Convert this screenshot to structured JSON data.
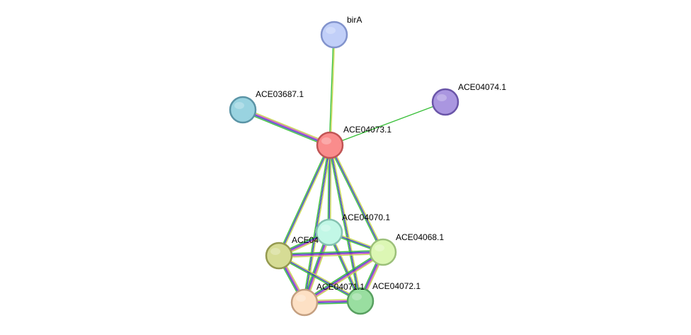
{
  "network": {
    "nodes": [
      {
        "id": "birA",
        "label": "birA",
        "color": "#c1cff8",
        "stroke": "#8293cc"
      },
      {
        "id": "ACE03687.1",
        "label": "ACE03687.1",
        "color": "#99d3e0",
        "stroke": "#5a94a6"
      },
      {
        "id": "ACE04074.1",
        "label": "ACE04074.1",
        "color": "#aa96e0",
        "stroke": "#6a55a8"
      },
      {
        "id": "ACE04073.1",
        "label": "ACE04073.1",
        "color": "#fa8c8c",
        "stroke": "#c05555"
      },
      {
        "id": "ACE04070.1",
        "label": "ACE04070.1",
        "color": "#c2f7e6",
        "stroke": "#84c2b0"
      },
      {
        "id": "ACE04068.1",
        "label": "ACE04068.1",
        "color": "#dcf7b4",
        "stroke": "#9cc07a"
      },
      {
        "id": "ACE04069.1",
        "label": "ACE04",
        "color": "#d6dc95",
        "stroke": "#94994f"
      },
      {
        "id": "ACE04071.1",
        "label": "ACE04071.1",
        "color": "#fde0c4",
        "stroke": "#c49f80"
      },
      {
        "id": "ACE04072.1",
        "label": "ACE04072.1",
        "color": "#99dea0",
        "stroke": "#58a060"
      }
    ],
    "edges": [
      {
        "source": "birA",
        "target": "ACE04073.1",
        "colors": [
          "#c8d850",
          "#3cc03c"
        ]
      },
      {
        "source": "ACE04074.1",
        "target": "ACE04073.1",
        "colors": [
          "#3cc03c"
        ]
      },
      {
        "source": "ACE03687.1",
        "target": "ACE04073.1",
        "colors": [
          "#c8d850",
          "#c03cc0",
          "#3c3cc0",
          "#3cc03c"
        ]
      },
      {
        "source": "ACE04073.1",
        "target": "ACE04070.1",
        "colors": [
          "#c8d850",
          "#3c3cc0",
          "#3cc03c"
        ]
      },
      {
        "source": "ACE04073.1",
        "target": "ACE04068.1",
        "colors": [
          "#c8d850",
          "#3c3cc0",
          "#3cc03c"
        ]
      },
      {
        "source": "ACE04073.1",
        "target": "ACE04069.1",
        "colors": [
          "#c8d850",
          "#3c3cc0",
          "#3cc03c"
        ]
      },
      {
        "source": "ACE04073.1",
        "target": "ACE04071.1",
        "colors": [
          "#c8d850",
          "#3c3cc0",
          "#3cc03c"
        ]
      },
      {
        "source": "ACE04073.1",
        "target": "ACE04072.1",
        "colors": [
          "#c8d850",
          "#3c3cc0",
          "#3cc03c"
        ]
      },
      {
        "source": "ACE04070.1",
        "target": "ACE04068.1",
        "colors": [
          "#c8d850",
          "#3c3cc0",
          "#3cc03c"
        ]
      },
      {
        "source": "ACE04070.1",
        "target": "ACE04069.1",
        "colors": [
          "#c8d850",
          "#c03cc0",
          "#3c3cc0",
          "#3cc03c"
        ]
      },
      {
        "source": "ACE04070.1",
        "target": "ACE04071.1",
        "colors": [
          "#c8d850",
          "#c03cc0",
          "#3c3cc0",
          "#3cc03c"
        ]
      },
      {
        "source": "ACE04070.1",
        "target": "ACE04072.1",
        "colors": [
          "#c8d850",
          "#3c3cc0",
          "#3cc03c"
        ]
      },
      {
        "source": "ACE04068.1",
        "target": "ACE04069.1",
        "colors": [
          "#c8d850",
          "#c03cc0",
          "#3c3cc0",
          "#3cc03c"
        ]
      },
      {
        "source": "ACE04068.1",
        "target": "ACE04071.1",
        "colors": [
          "#c8d850",
          "#c03cc0",
          "#3c3cc0",
          "#3cc03c"
        ]
      },
      {
        "source": "ACE04068.1",
        "target": "ACE04072.1",
        "colors": [
          "#c8d850",
          "#c03cc0",
          "#3c3cc0",
          "#3cc03c"
        ]
      },
      {
        "source": "ACE04069.1",
        "target": "ACE04071.1",
        "colors": [
          "#c8d850",
          "#c03cc0",
          "#3c3cc0",
          "#3cc03c"
        ]
      },
      {
        "source": "ACE04069.1",
        "target": "ACE04072.1",
        "colors": [
          "#c8d850",
          "#3c3cc0",
          "#3cc03c"
        ]
      },
      {
        "source": "ACE04071.1",
        "target": "ACE04072.1",
        "colors": [
          "#c8d850",
          "#c03cc0",
          "#3c3cc0",
          "#3cc03c"
        ]
      }
    ]
  }
}
